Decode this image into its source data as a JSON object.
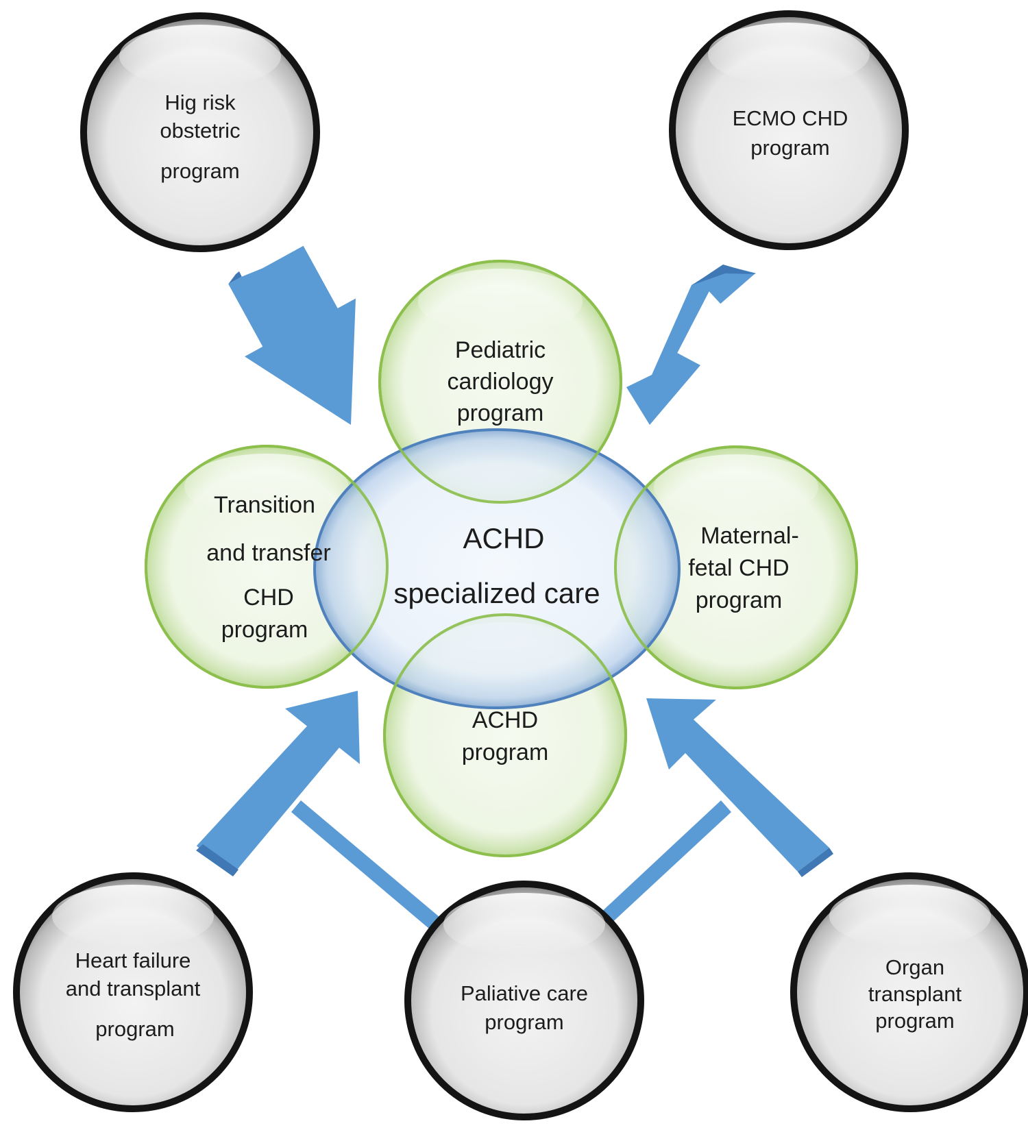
{
  "center": {
    "line1": "ACHD",
    "line2": "specialized care"
  },
  "inner_programs": {
    "pediatric": {
      "line1": "Pediatric",
      "line2": "cardiology",
      "line3": "program"
    },
    "transition": {
      "line1": "Transition",
      "line2": "and transfer",
      "line3": "CHD",
      "line4": "program"
    },
    "maternal": {
      "line1": "Maternal-",
      "line2": "fetal CHD",
      "line3": "program"
    },
    "achd": {
      "line1": "ACHD",
      "line2": "program"
    }
  },
  "outer_programs": {
    "obstetric": {
      "line1": "Hig risk",
      "line2": "obstetric",
      "line3": "program"
    },
    "ecmo": {
      "line1": "ECMO CHD",
      "line2": "program"
    },
    "heart_failure": {
      "line1": "Heart failure",
      "line2": "and transplant",
      "line3": "program"
    },
    "paliative": {
      "line1": "Paliative care",
      "line2": "program"
    },
    "organ": {
      "line1": "Organ",
      "line2": "transplant",
      "line3": "program"
    }
  },
  "colors": {
    "arrow": "#5b9bd5",
    "inner_circle_stroke": "#8cbf4d",
    "center_stroke": "#4f81bd",
    "outer_circle_stroke": "#141414"
  }
}
